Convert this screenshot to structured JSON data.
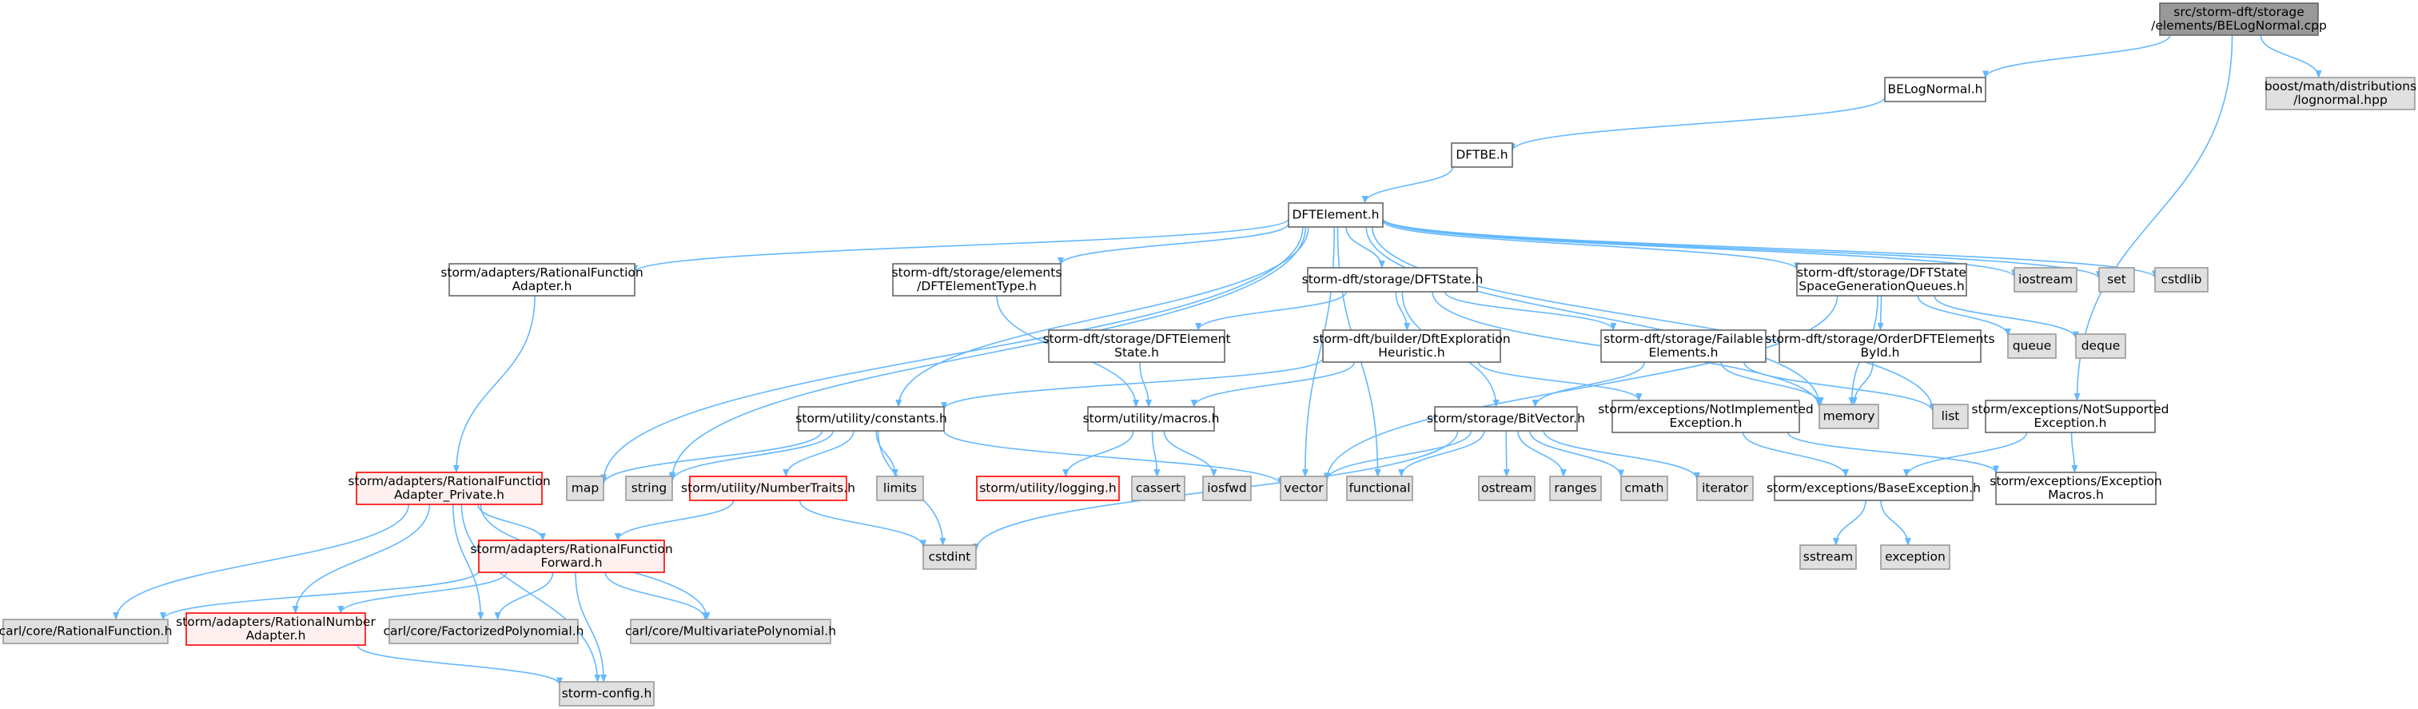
{
  "colors": {
    "edge": "#63b8ff",
    "root_fill": "#999999",
    "root_stroke": "#666666",
    "project_fill": "#ffffff",
    "project_stroke": "#666666",
    "external_fill": "#e0e0e0",
    "external_stroke": "#999999",
    "truncated_fill": "#fff0f0",
    "truncated_stroke": "#ff0000"
  },
  "nodes": [
    {
      "id": "root",
      "lines": [
        "src/storm-dft/storage",
        "/elements/BELogNormal.cpp"
      ],
      "kind": "root"
    },
    {
      "id": "belognormal_h",
      "lines": [
        "BELogNormal.h"
      ],
      "kind": "project"
    },
    {
      "id": "boost_lognormal",
      "lines": [
        "boost/math/distributions",
        "/lognormal.hpp"
      ],
      "kind": "external"
    },
    {
      "id": "dftbe_h",
      "lines": [
        "DFTBE.h"
      ],
      "kind": "project"
    },
    {
      "id": "dftelement_h",
      "lines": [
        "DFTElement.h"
      ],
      "kind": "project"
    },
    {
      "id": "ratfunc_adapter_h",
      "lines": [
        "storm/adapters/RationalFunction",
        "Adapter.h"
      ],
      "kind": "project"
    },
    {
      "id": "dftelementtype_h",
      "lines": [
        "storm-dft/storage/elements",
        "/DFTElementType.h"
      ],
      "kind": "project"
    },
    {
      "id": "dftstate_h",
      "lines": [
        "storm-dft/storage/DFTState.h"
      ],
      "kind": "project"
    },
    {
      "id": "dftstate_sgq_h",
      "lines": [
        "storm-dft/storage/DFTState",
        "SpaceGenerationQueues.h"
      ],
      "kind": "project"
    },
    {
      "id": "iostream",
      "lines": [
        "iostream"
      ],
      "kind": "external"
    },
    {
      "id": "set",
      "lines": [
        "set"
      ],
      "kind": "external"
    },
    {
      "id": "cstdlib",
      "lines": [
        "cstdlib"
      ],
      "kind": "external"
    },
    {
      "id": "dftelementstate_h",
      "lines": [
        "storm-dft/storage/DFTElement",
        "State.h"
      ],
      "kind": "project"
    },
    {
      "id": "dftexploration_h",
      "lines": [
        "storm-dft/builder/DftExploration",
        "Heuristic.h"
      ],
      "kind": "project"
    },
    {
      "id": "failable_h",
      "lines": [
        "storm-dft/storage/Failable",
        "Elements.h"
      ],
      "kind": "project"
    },
    {
      "id": "orderdft_h",
      "lines": [
        "storm-dft/storage/OrderDFTElements",
        "ById.h"
      ],
      "kind": "project"
    },
    {
      "id": "queue",
      "lines": [
        "queue"
      ],
      "kind": "external"
    },
    {
      "id": "deque",
      "lines": [
        "deque"
      ],
      "kind": "external"
    },
    {
      "id": "memory",
      "lines": [
        "memory"
      ],
      "kind": "external"
    },
    {
      "id": "list",
      "lines": [
        "list"
      ],
      "kind": "external"
    },
    {
      "id": "constants_h",
      "lines": [
        "storm/utility/constants.h"
      ],
      "kind": "project"
    },
    {
      "id": "macros_h",
      "lines": [
        "storm/utility/macros.h"
      ],
      "kind": "project"
    },
    {
      "id": "bitvector_h",
      "lines": [
        "storm/storage/BitVector.h"
      ],
      "kind": "project"
    },
    {
      "id": "notimpl_h",
      "lines": [
        "storm/exceptions/NotImplemented",
        "Exception.h"
      ],
      "kind": "project"
    },
    {
      "id": "notsupp_h",
      "lines": [
        "storm/exceptions/NotSupported",
        "Exception.h"
      ],
      "kind": "project"
    },
    {
      "id": "ratfunc_private_h",
      "lines": [
        "storm/adapters/RationalFunction",
        "Adapter_Private.h"
      ],
      "kind": "truncated"
    },
    {
      "id": "map",
      "lines": [
        "map"
      ],
      "kind": "external"
    },
    {
      "id": "string",
      "lines": [
        "string"
      ],
      "kind": "external"
    },
    {
      "id": "numbertraits_h",
      "lines": [
        "storm/utility/NumberTraits.h"
      ],
      "kind": "truncated"
    },
    {
      "id": "limits",
      "lines": [
        "limits"
      ],
      "kind": "external"
    },
    {
      "id": "logging_h",
      "lines": [
        "storm/utility/logging.h"
      ],
      "kind": "truncated"
    },
    {
      "id": "cassert",
      "lines": [
        "cassert"
      ],
      "kind": "external"
    },
    {
      "id": "iosfwd",
      "lines": [
        "iosfwd"
      ],
      "kind": "external"
    },
    {
      "id": "vector",
      "lines": [
        "vector"
      ],
      "kind": "external"
    },
    {
      "id": "functional",
      "lines": [
        "functional"
      ],
      "kind": "external"
    },
    {
      "id": "ostream",
      "lines": [
        "ostream"
      ],
      "kind": "external"
    },
    {
      "id": "ranges",
      "lines": [
        "ranges"
      ],
      "kind": "external"
    },
    {
      "id": "cmath",
      "lines": [
        "cmath"
      ],
      "kind": "external"
    },
    {
      "id": "iterator",
      "lines": [
        "iterator"
      ],
      "kind": "external"
    },
    {
      "id": "baseexception_h",
      "lines": [
        "storm/exceptions/BaseException.h"
      ],
      "kind": "project"
    },
    {
      "id": "exceptionmacros_h",
      "lines": [
        "storm/exceptions/Exception",
        "Macros.h"
      ],
      "kind": "project"
    },
    {
      "id": "ratfunc_forward_h",
      "lines": [
        "storm/adapters/RationalFunction",
        "Forward.h"
      ],
      "kind": "truncated"
    },
    {
      "id": "cstdint",
      "lines": [
        "cstdint"
      ],
      "kind": "external"
    },
    {
      "id": "sstream",
      "lines": [
        "sstream"
      ],
      "kind": "external"
    },
    {
      "id": "exception",
      "lines": [
        "exception"
      ],
      "kind": "external"
    },
    {
      "id": "carl_ratfunc_h",
      "lines": [
        "carl/core/RationalFunction.h"
      ],
      "kind": "external"
    },
    {
      "id": "ratnum_adapter_h",
      "lines": [
        "storm/adapters/RationalNumber",
        "Adapter.h"
      ],
      "kind": "truncated"
    },
    {
      "id": "carl_factorized_h",
      "lines": [
        "carl/core/FactorizedPolynomial.h"
      ],
      "kind": "external"
    },
    {
      "id": "carl_multivariate_h",
      "lines": [
        "carl/core/MultivariatePolynomial.h"
      ],
      "kind": "external"
    },
    {
      "id": "stormconfig_h",
      "lines": [
        "storm-config.h"
      ],
      "kind": "external"
    }
  ],
  "edges": [
    [
      "root",
      "belognormal_h"
    ],
    [
      "root",
      "boost_lognormal"
    ],
    [
      "root",
      "notsupp_h"
    ],
    [
      "belognormal_h",
      "dftbe_h"
    ],
    [
      "dftbe_h",
      "dftelement_h"
    ],
    [
      "dftelement_h",
      "ratfunc_adapter_h"
    ],
    [
      "dftelement_h",
      "dftelementtype_h"
    ],
    [
      "dftelement_h",
      "dftstate_h"
    ],
    [
      "dftelement_h",
      "dftstate_sgq_h"
    ],
    [
      "dftelement_h",
      "iostream"
    ],
    [
      "dftelement_h",
      "set"
    ],
    [
      "dftelement_h",
      "cstdlib"
    ],
    [
      "dftelement_h",
      "constants_h"
    ],
    [
      "dftelement_h",
      "map"
    ],
    [
      "dftelement_h",
      "string"
    ],
    [
      "dftelement_h",
      "vector"
    ],
    [
      "dftelement_h",
      "functional"
    ],
    [
      "dftelement_h",
      "list"
    ],
    [
      "dftelement_h",
      "memory"
    ],
    [
      "ratfunc_adapter_h",
      "ratfunc_private_h"
    ],
    [
      "dftelementtype_h",
      "macros_h"
    ],
    [
      "dftstate_h",
      "dftelementstate_h"
    ],
    [
      "dftstate_h",
      "dftexploration_h"
    ],
    [
      "dftstate_h",
      "failable_h"
    ],
    [
      "dftstate_h",
      "bitvector_h"
    ],
    [
      "dftstate_h",
      "memory"
    ],
    [
      "dftstate_sgq_h",
      "orderdft_h"
    ],
    [
      "dftstate_sgq_h",
      "queue"
    ],
    [
      "dftstate_sgq_h",
      "deque"
    ],
    [
      "dftstate_sgq_h",
      "memory"
    ],
    [
      "dftstate_sgq_h",
      "vector"
    ],
    [
      "dftelementstate_h",
      "macros_h"
    ],
    [
      "dftexploration_h",
      "constants_h"
    ],
    [
      "dftexploration_h",
      "macros_h"
    ],
    [
      "dftexploration_h",
      "notimpl_h"
    ],
    [
      "failable_h",
      "bitvector_h"
    ],
    [
      "failable_h",
      "list"
    ],
    [
      "failable_h",
      "memory"
    ],
    [
      "orderdft_h",
      "memory"
    ],
    [
      "constants_h",
      "map"
    ],
    [
      "constants_h",
      "string"
    ],
    [
      "constants_h",
      "numbertraits_h"
    ],
    [
      "constants_h",
      "limits"
    ],
    [
      "constants_h",
      "vector"
    ],
    [
      "constants_h",
      "cstdint"
    ],
    [
      "macros_h",
      "logging_h"
    ],
    [
      "macros_h",
      "cassert"
    ],
    [
      "macros_h",
      "iosfwd"
    ],
    [
      "bitvector_h",
      "vector"
    ],
    [
      "bitvector_h",
      "functional"
    ],
    [
      "bitvector_h",
      "ostream"
    ],
    [
      "bitvector_h",
      "ranges"
    ],
    [
      "bitvector_h",
      "cmath"
    ],
    [
      "bitvector_h",
      "iterator"
    ],
    [
      "bitvector_h",
      "cstdint"
    ],
    [
      "notimpl_h",
      "baseexception_h"
    ],
    [
      "notimpl_h",
      "exceptionmacros_h"
    ],
    [
      "notsupp_h",
      "baseexception_h"
    ],
    [
      "notsupp_h",
      "exceptionmacros_h"
    ],
    [
      "baseexception_h",
      "sstream"
    ],
    [
      "baseexception_h",
      "exception"
    ],
    [
      "numbertraits_h",
      "ratfunc_forward_h"
    ],
    [
      "numbertraits_h",
      "cstdint"
    ],
    [
      "ratfunc_private_h",
      "ratfunc_forward_h"
    ],
    [
      "ratfunc_private_h",
      "carl_ratfunc_h"
    ],
    [
      "ratfunc_private_h",
      "ratnum_adapter_h"
    ],
    [
      "ratfunc_private_h",
      "carl_factorized_h"
    ],
    [
      "ratfunc_private_h",
      "carl_multivariate_h"
    ],
    [
      "ratfunc_private_h",
      "stormconfig_h"
    ],
    [
      "ratfunc_forward_h",
      "carl_ratfunc_h"
    ],
    [
      "ratfunc_forward_h",
      "ratnum_adapter_h"
    ],
    [
      "ratfunc_forward_h",
      "carl_factorized_h"
    ],
    [
      "ratfunc_forward_h",
      "carl_multivariate_h"
    ],
    [
      "ratfunc_forward_h",
      "stormconfig_h"
    ],
    [
      "ratnum_adapter_h",
      "stormconfig_h"
    ]
  ]
}
